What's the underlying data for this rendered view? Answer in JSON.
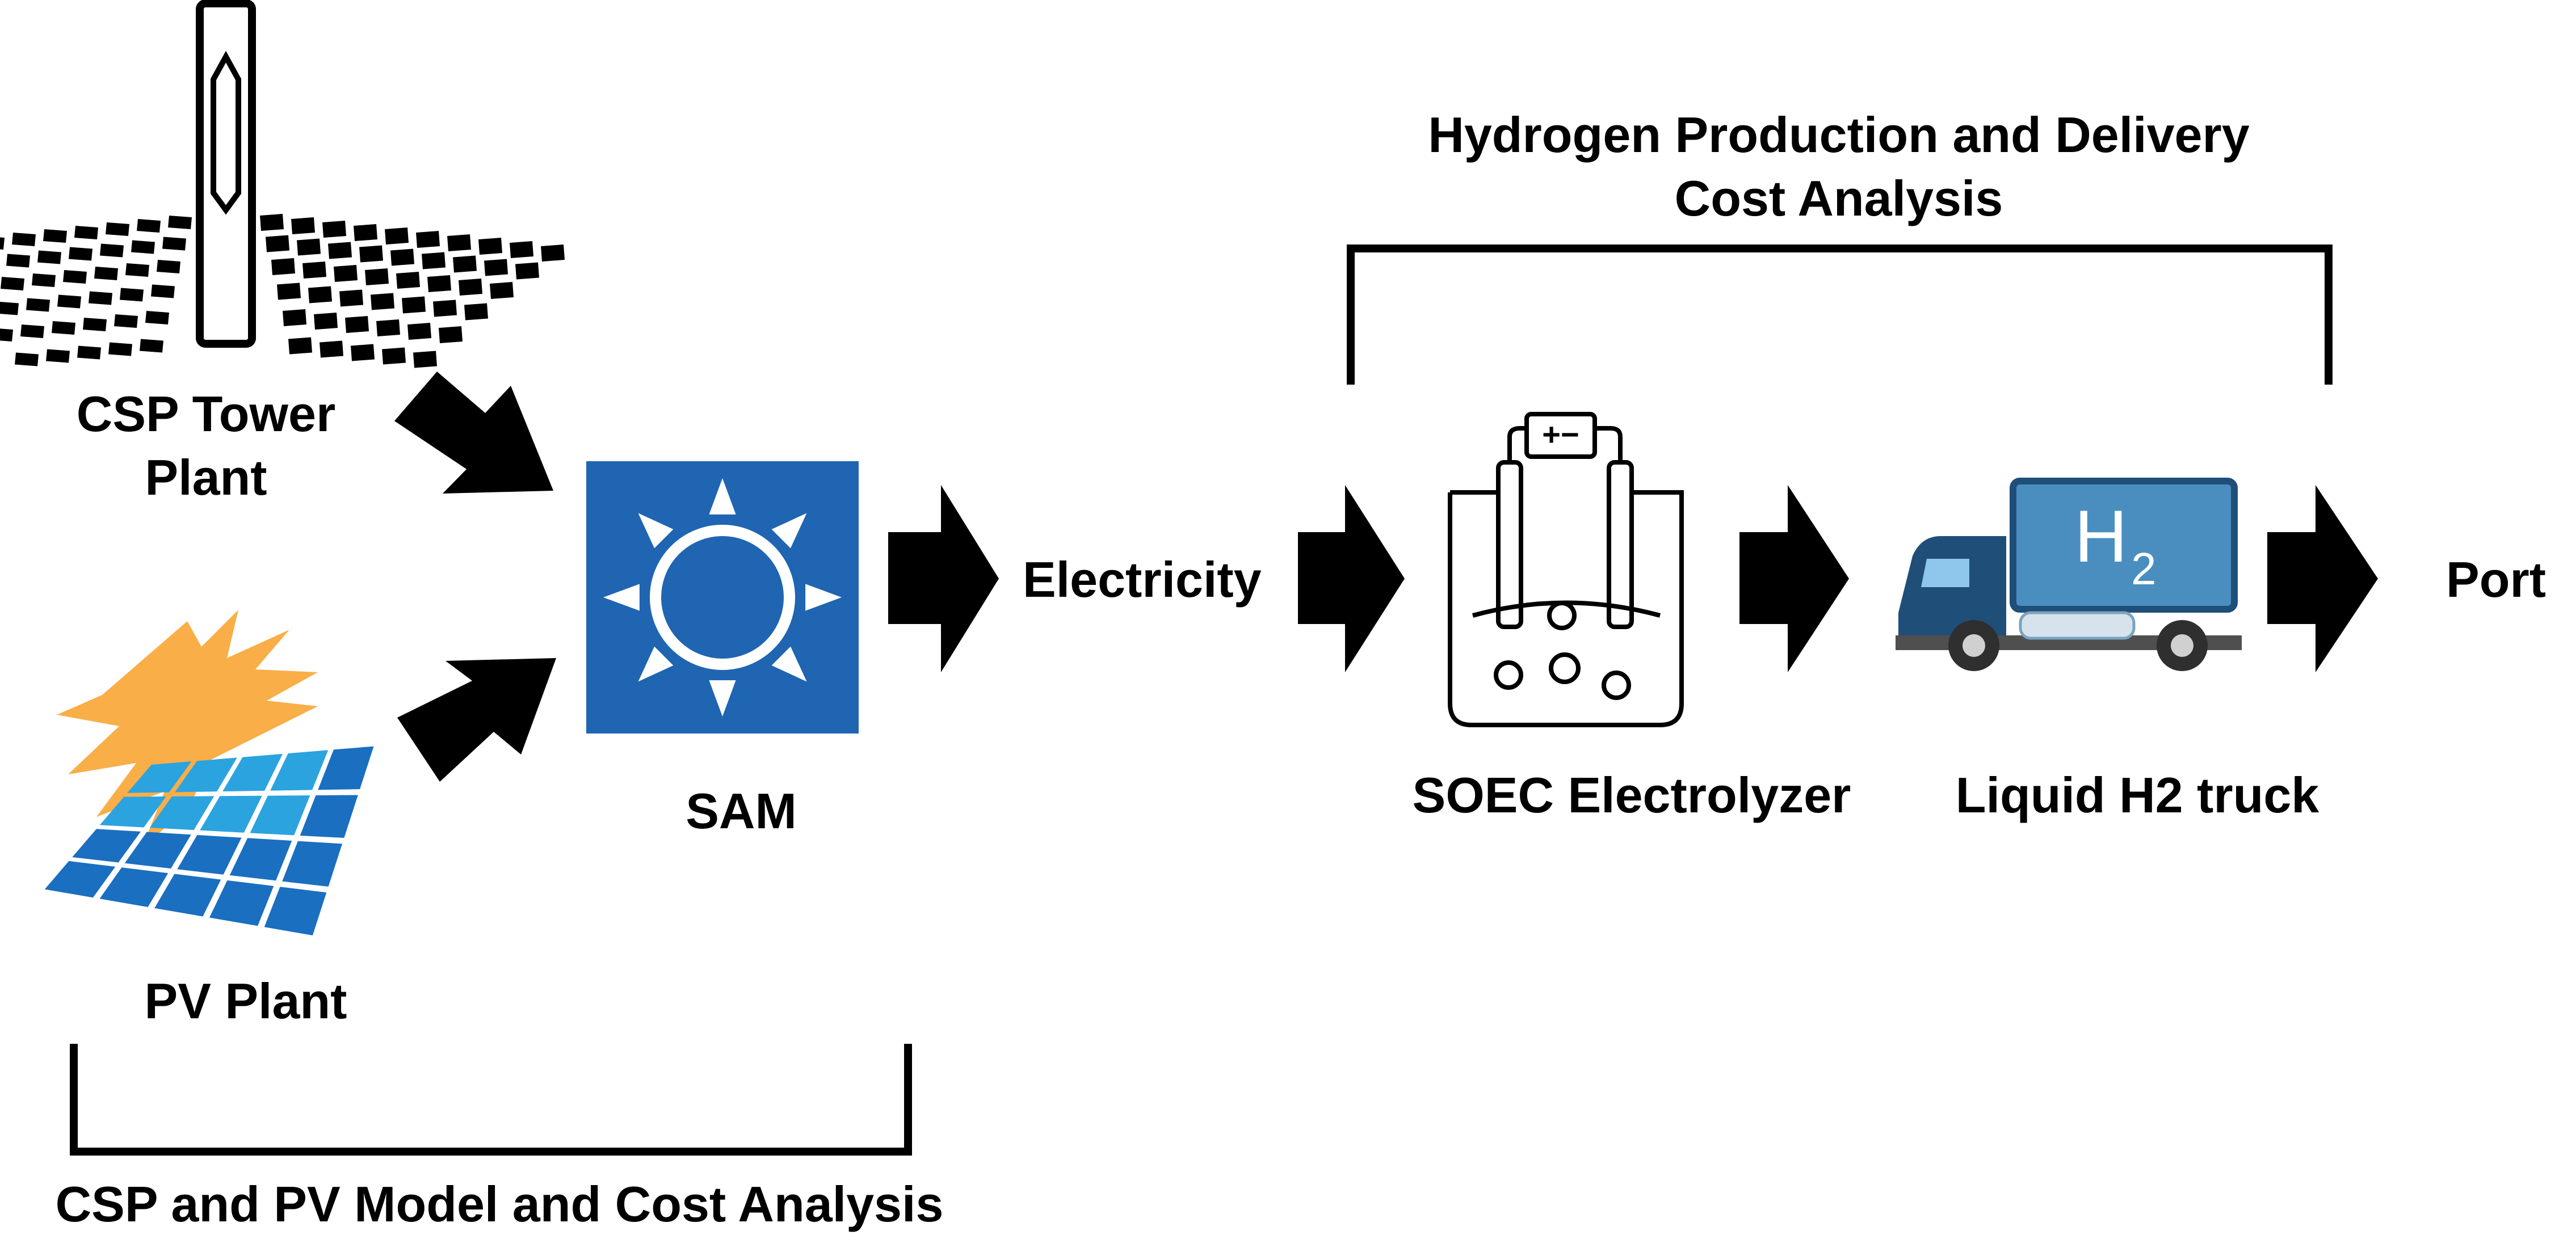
{
  "labels": {
    "csp_tower_line1": "CSP Tower",
    "csp_tower_line2": "Plant",
    "pv_plant": "PV Plant",
    "sam": "SAM",
    "electricity": "Electricity",
    "soec": "SOEC Electrolyzer",
    "truck": "Liquid H2 truck",
    "port": "Port",
    "bracket_top_line1": "Hydrogen Production and Delivery",
    "bracket_top_line2": "Cost Analysis",
    "bracket_bottom": "CSP and PV Model and Cost Analysis",
    "battery_symbol": "+−",
    "truck_box_symbol": "H",
    "truck_box_subscript": "2"
  },
  "colors": {
    "sam_box": "#1f65b2",
    "sun_orange": "#f9ae48",
    "pv_blue_dark": "#1a6fc0",
    "pv_blue_light": "#2ba3df",
    "truck_cab": "#1f4e79",
    "truck_box": "#4a8ec0",
    "arrow": "#000000"
  },
  "icons": [
    "csp-tower-icon",
    "pv-panel-icon",
    "sam-sun-logo-icon",
    "electrolyzer-icon",
    "hydrogen-truck-icon"
  ]
}
